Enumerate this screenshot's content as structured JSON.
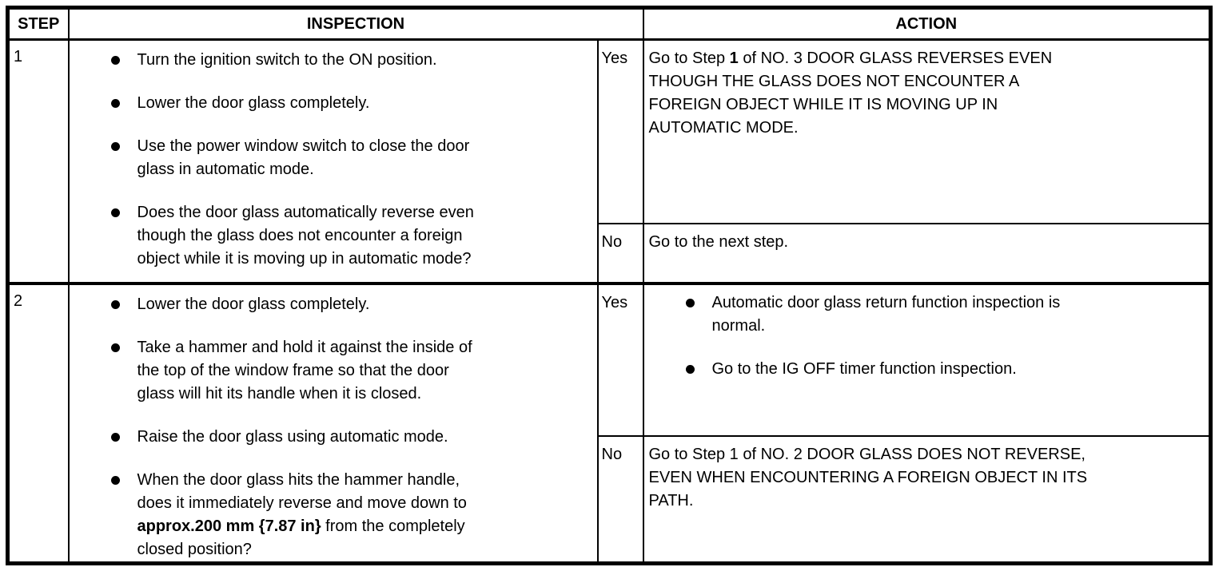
{
  "table": {
    "header": {
      "step": "STEP",
      "inspection": "INSPECTION",
      "action": "ACTION"
    },
    "rows": [
      {
        "step": "1",
        "inspection_items": [
          [
            {
              "t": "Turn the ignition switch to the ON position."
            }
          ],
          [
            {
              "t": "Lower the door glass completely."
            }
          ],
          [
            {
              "t": "Use the power window switch to close the door\nglass in automatic mode."
            }
          ],
          [
            {
              "t": "Does the door glass automatically reverse even\nthough the glass does not encounter a foreign\nobject while it is moving up in automatic mode?"
            }
          ]
        ],
        "yes": {
          "label": "Yes",
          "action": [
            {
              "t": "Go to Step "
            },
            {
              "t": "1",
              "b": true
            },
            {
              "t": " of NO. 3 DOOR GLASS REVERSES EVEN\nTHOUGH THE GLASS DOES NOT ENCOUNTER A\nFOREIGN OBJECT WHILE IT IS MOVING UP IN\nAUTOMATIC MODE."
            }
          ]
        },
        "no": {
          "label": "No",
          "action": [
            {
              "t": "Go to the next step."
            }
          ]
        }
      },
      {
        "step": "2",
        "inspection_items": [
          [
            {
              "t": "Lower the door glass completely."
            }
          ],
          [
            {
              "t": "Take a hammer and hold it against the inside of\nthe top of the window frame so that the door\nglass will hit its handle when it is closed."
            }
          ],
          [
            {
              "t": "Raise the door glass using automatic mode."
            }
          ],
          [
            {
              "t": "When the door glass hits the hammer handle,\ndoes it immediately reverse and move down to\n"
            },
            {
              "t": "approx.200 mm {7.87 in}",
              "b": true
            },
            {
              "t": " from the completely\nclosed position?"
            }
          ]
        ],
        "yes": {
          "label": "Yes",
          "action_items": [
            [
              {
                "t": "Automatic door glass return function inspection is\nnormal."
              }
            ],
            [
              {
                "t": "Go to the IG OFF timer function inspection."
              }
            ]
          ]
        },
        "no": {
          "label": "No",
          "action": [
            {
              "t": "Go to Step 1 of NO. 2 DOOR GLASS DOES NOT REVERSE,\nEVEN WHEN ENCOUNTERING A FOREIGN OBJECT IN ITS\nPATH."
            }
          ]
        }
      }
    ]
  }
}
